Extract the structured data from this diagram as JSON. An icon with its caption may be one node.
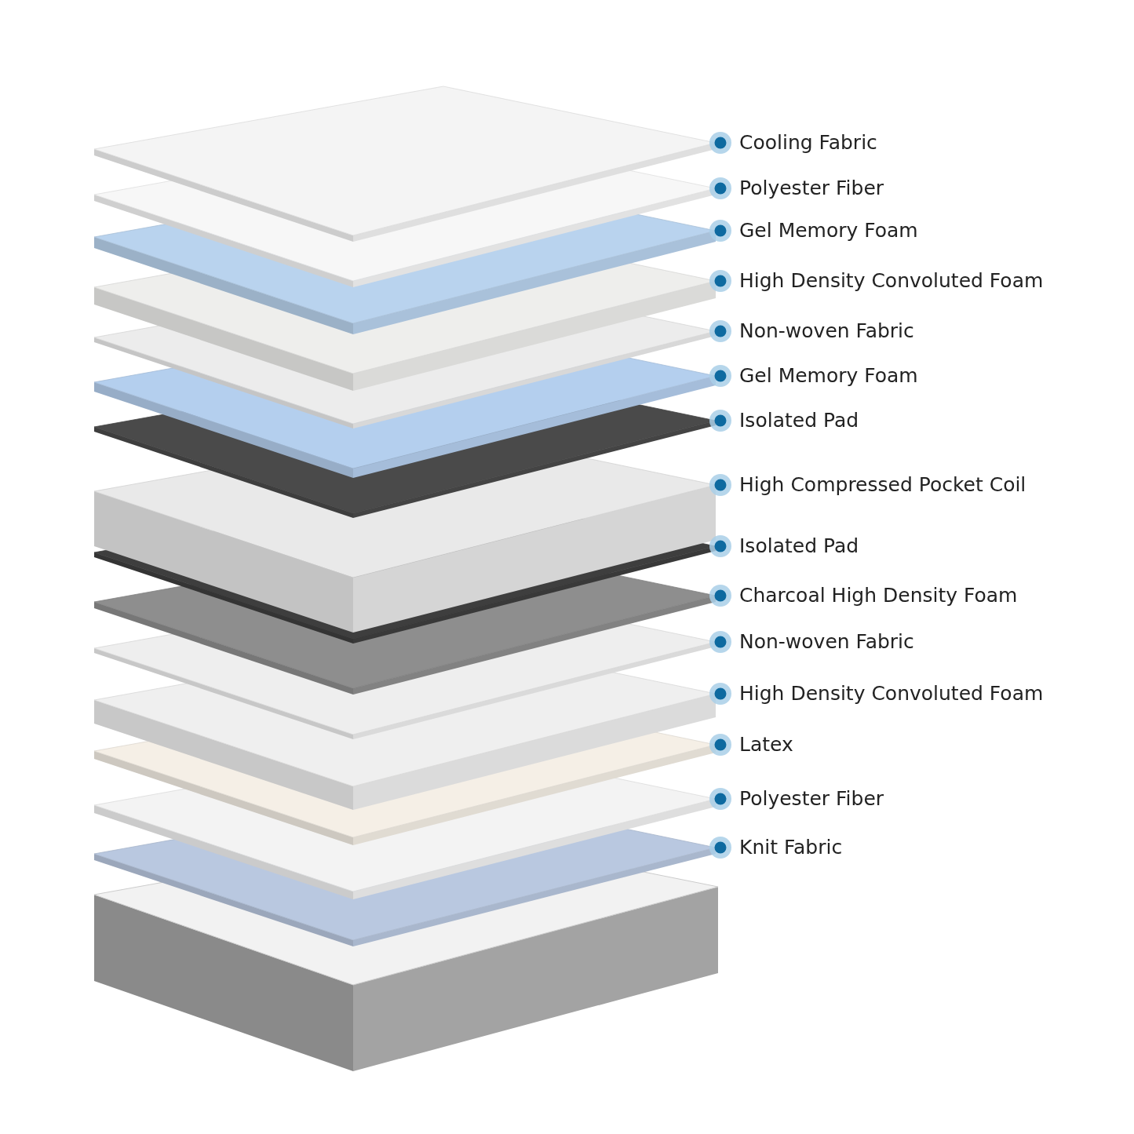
{
  "diagram": {
    "labels": [
      "Cooling Fabric",
      "Polyester Fiber",
      "Gel Memory Foam",
      "High Density Convoluted Foam",
      "Non-woven Fabric",
      "Gel Memory Foam",
      "Isolated Pad",
      "High Compressed Pocket Coil",
      "Isolated Pad",
      "Charcoal High Density Foam",
      "Non-woven Fabric",
      "High Density Convoluted Foam",
      "Latex",
      "Polyester Fiber",
      "Knit Fabric"
    ]
  }
}
